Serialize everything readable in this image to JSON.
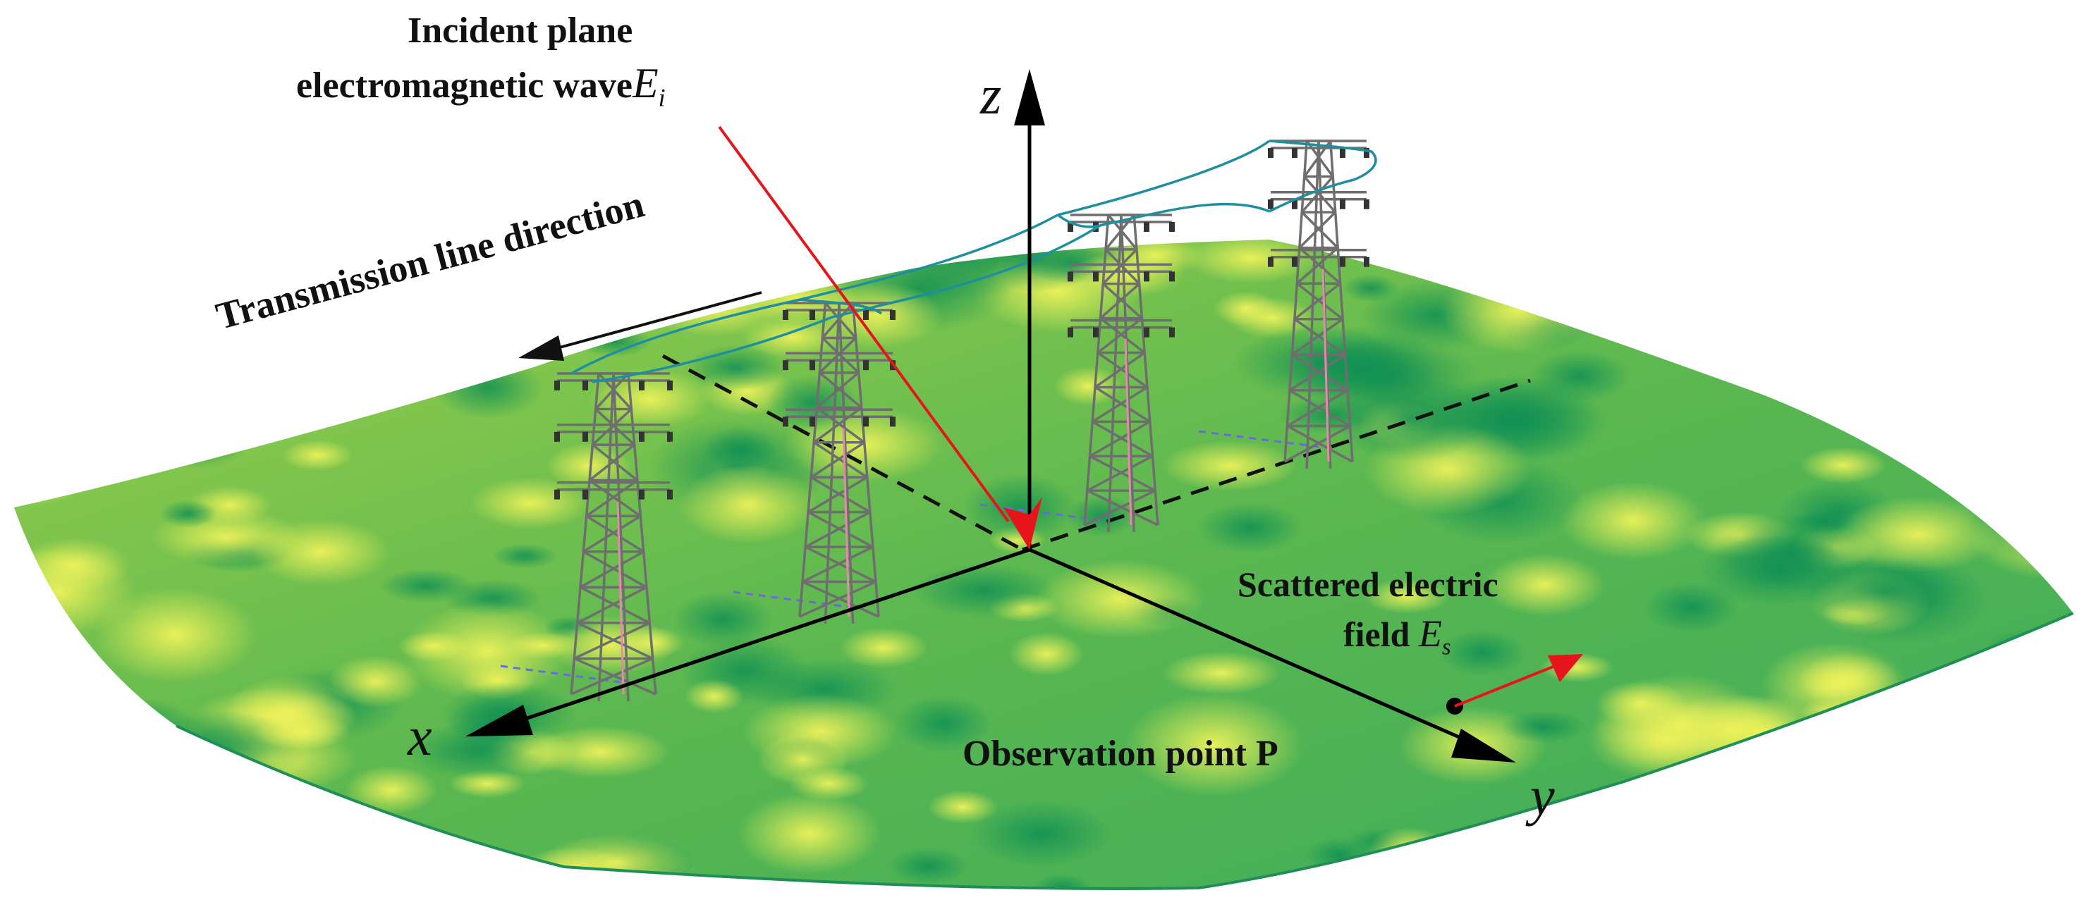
{
  "labels": {
    "incident_line1": "Incident plane",
    "incident_line2": "electromagnetic wave",
    "incident_symbol": "E",
    "incident_sub": "i",
    "transmission": "Transmission line direction",
    "scattered_line1": "Scattered electric",
    "scattered_line2": "field",
    "scattered_symbol": "E",
    "scattered_sub": "s",
    "observation": "Observation point P"
  },
  "axes": {
    "x": "x",
    "y": "y",
    "z": "z"
  },
  "colors": {
    "terrain_high": "#e6ea4e",
    "terrain_mid": "#8cc63e",
    "terrain_low": "#1aa05a",
    "wave_arrow": "#e8141c",
    "conductor": "#1f8fa0",
    "tower": "#6e6e6e",
    "axis": "#000000"
  }
}
